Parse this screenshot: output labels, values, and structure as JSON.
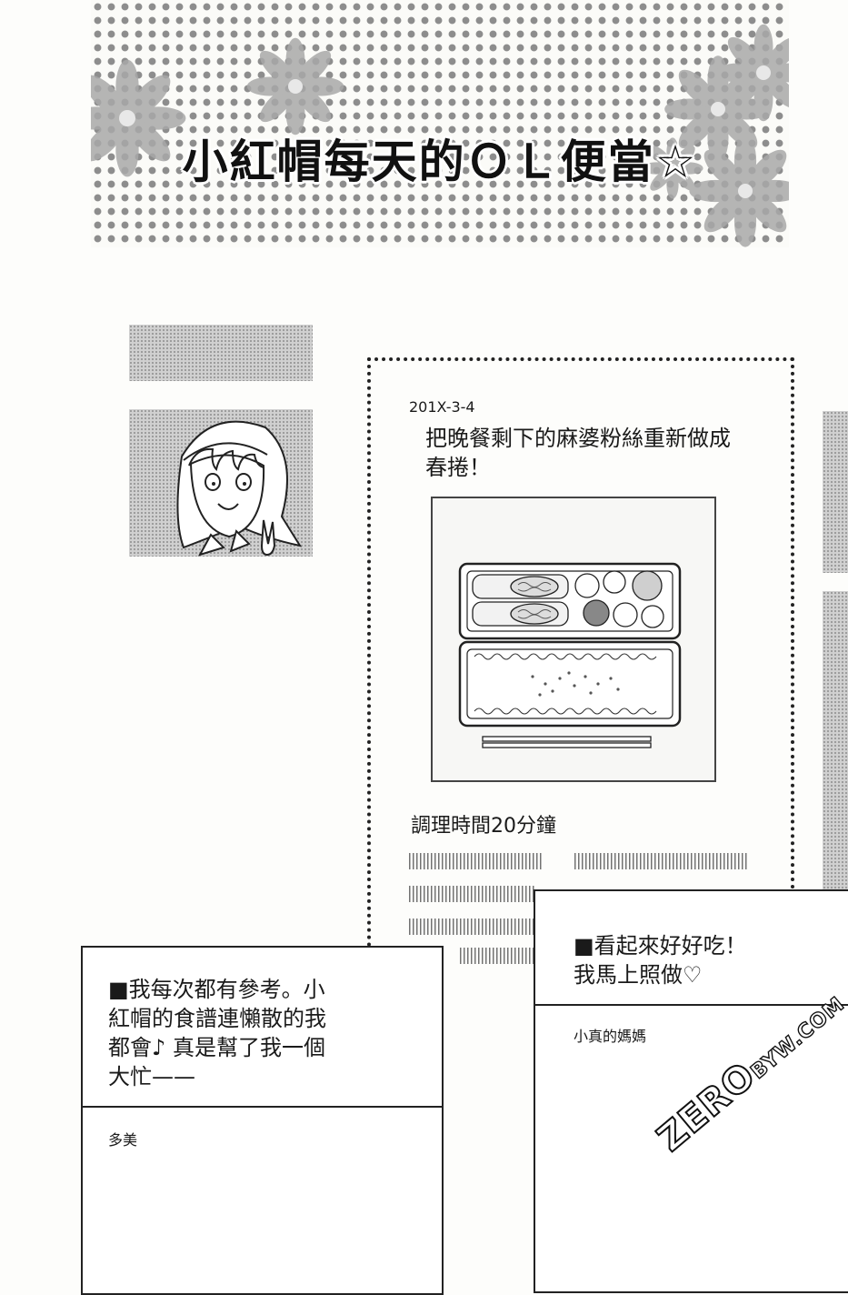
{
  "banner": {
    "title": "小紅帽每天的ＯＬ便當☆"
  },
  "post": {
    "date": "201X-3-4",
    "headline": "把晚餐剩下的麻婆粉絲重新做成春捲！",
    "cook_time": "調理時間20分鐘"
  },
  "comments": [
    {
      "text": "■我每次都有參考。小紅帽的食譜連懶散的我都會♪ 真是幫了我一個大忙——",
      "author": "多美"
    },
    {
      "text": "■看起來好好吃！我馬上照做♡",
      "author": "小真的媽媽"
    }
  ],
  "watermark": {
    "big": "ZERO",
    "small": "BYW.COM"
  }
}
